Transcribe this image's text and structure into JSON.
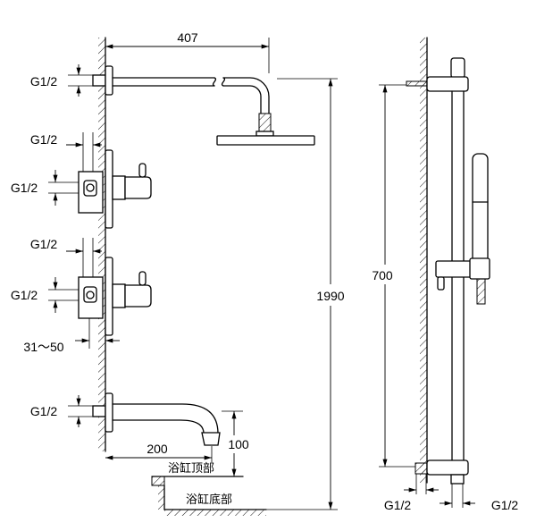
{
  "left_view": {
    "arm_length": "407",
    "arm_thread": "G1/2",
    "upper_valve_outlet_thread": "G1/2",
    "upper_valve_inlet_thread": "G1/2",
    "lower_valve_outlet_thread": "G1/2",
    "lower_valve_inlet_thread": "G1/2",
    "valve_depth_range": "31～50",
    "spout_thread": "G1/2",
    "spout_projection": "200",
    "spout_height_above_tub": "100",
    "total_height": "1990",
    "bathtub_top": "浴缸顶部",
    "bathtub_bottom": "浴缸底部"
  },
  "right_view": {
    "slide_bar_length": "700",
    "inlet_thread": "G1/2",
    "outlet_thread": "G1/2"
  }
}
